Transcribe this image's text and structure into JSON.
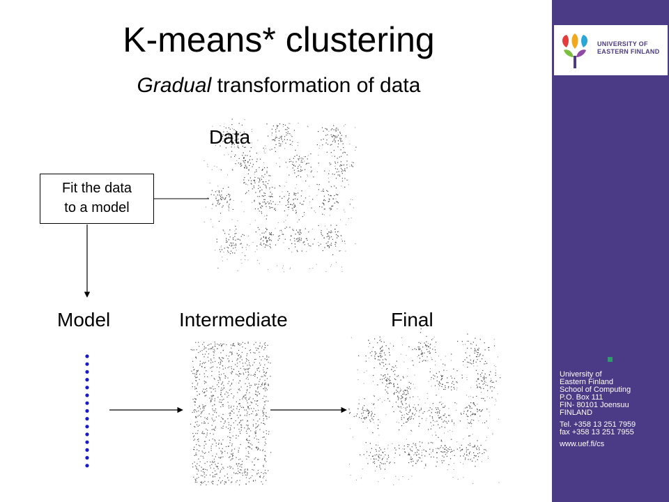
{
  "slide": {
    "title": "K-means* clustering",
    "subtitle_italic": "Gradual",
    "subtitle_rest": " transformation  of data",
    "labels": {
      "data": "Data",
      "model": "Model",
      "intermediate": "Intermediate",
      "final": "Final"
    },
    "fit_box": {
      "line1": "Fit the data",
      "line2": "to a model"
    }
  },
  "sidebar": {
    "logo_line1": "UNIVERSITY OF",
    "logo_line2": "EASTERN FINLAND",
    "contact": {
      "line1": "University of",
      "line2": "Eastern Finland",
      "line3": "School of Computing",
      "line4": "P.O. Box 111",
      "line5": "FIN- 80101 Joensuu",
      "line6": "FINLAND",
      "tel": "Tel. +358 13 251 7959",
      "fax": "fax  +358 13 251 7955",
      "web": "www.uef.fi/cs"
    }
  },
  "colors": {
    "sidebar": "#4b3a85",
    "model_dots": "#1a1acc",
    "accent_green": "#2e9b6a"
  }
}
